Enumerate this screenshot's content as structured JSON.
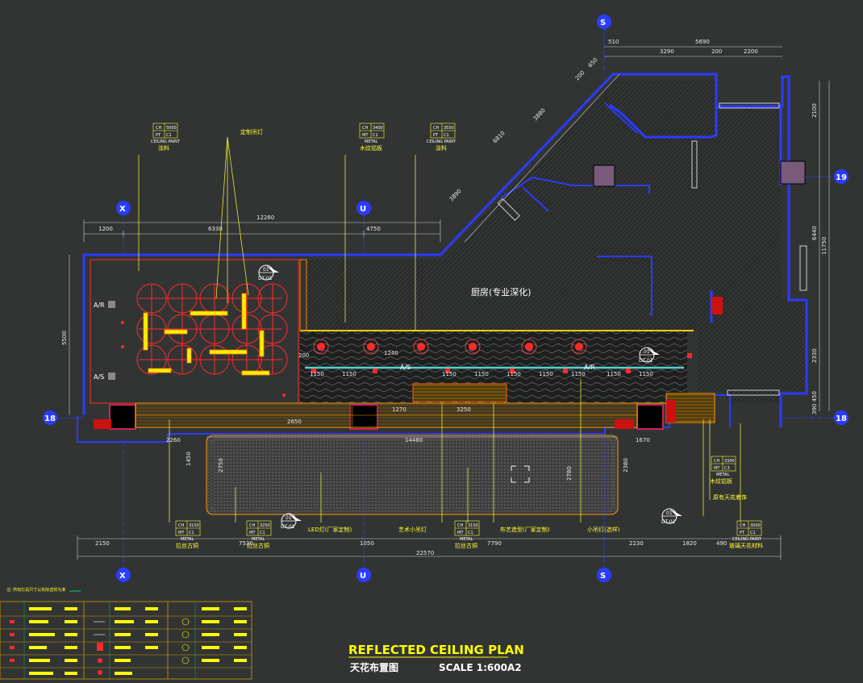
{
  "title": {
    "main": "REFLECTED CEILING PLAN",
    "cn": "天花布置图",
    "scale": "SCALE  1:600A2"
  },
  "grid_labels": {
    "x_top": "X",
    "u_top": "U",
    "s_top": "S",
    "x_bot": "X",
    "u_bot": "U",
    "s_bot": "S",
    "r19": "19",
    "l18": "18",
    "r18": "18"
  },
  "room_label": "厨房(专业深化)",
  "dims": {
    "top_total": "12260",
    "top_1200": "1200",
    "top_6330": "6330",
    "top_4750": "4750",
    "ne_5690": "5690",
    "ne_510": "510",
    "ne_3290": "3290",
    "ne_200": "200",
    "ne_2200": "2200",
    "diag_200": "200",
    "diag_650": "650",
    "diag_3880": "3880",
    "diag_6810": "6810",
    "diag_3890": "3890",
    "left_5500": "5500",
    "right_2100": "2100",
    "right_6440": "6440",
    "right_11750": "11750",
    "right_2330": "2330",
    "right_390_450": "390 450",
    "bot_2150": "2150",
    "bot_7530": "7530",
    "bot_1050": "1050",
    "bot_7790": "7790",
    "bot_2230": "2230",
    "bot_1820": "1820",
    "bot_490": "490",
    "bot_total": "22570",
    "mid_14480": "14480",
    "mid_2260": "2260",
    "mid_1670": "1670",
    "mid_2650": "2650",
    "mid_1270": "1270",
    "mid_3250": "3250",
    "v_1450": "1450",
    "v_2750": "2750",
    "v_2780": "2780",
    "v_2380": "2380",
    "bar_1150": "1150",
    "bar_200": "200",
    "bar_1240": "1240"
  },
  "tags": [
    {
      "id": "tag-ch5000",
      "ch": "5000",
      "code": "C1",
      "m": "CH",
      "k": "PT",
      "desc": "CEILING PAINT",
      "desc2": "涂料"
    },
    {
      "id": "tag-ch3400",
      "ch": "3400",
      "code": "C1",
      "m": "CH",
      "k": "MT",
      "desc": "METAL",
      "desc2": "木纹铝板"
    },
    {
      "id": "tag-ch3550",
      "ch": "3550",
      "code": "C1",
      "m": "CH",
      "k": "PT",
      "desc": "CEILING PAINT",
      "desc2": "涂料"
    },
    {
      "id": "tag-ch3150",
      "ch": "3150",
      "code": "C1",
      "m": "CH",
      "k": "MT",
      "desc": "METAL",
      "desc2": "拉丝古铜"
    },
    {
      "id": "tag-ch3250",
      "ch": "3250",
      "code": "C1",
      "m": "CH",
      "k": "MT",
      "desc": "METAL",
      "desc2": "拉丝古铜"
    },
    {
      "id": "tag-ch3150b",
      "ch": "3150",
      "code": "C1",
      "m": "CH",
      "k": "MT",
      "desc": "METAL",
      "desc2": "拉丝古铜"
    },
    {
      "id": "tag-ch3300",
      "ch": "3300",
      "code": "C3",
      "m": "CH",
      "k": "MT",
      "desc": "METAL",
      "desc2": "木纹铝板"
    },
    {
      "id": "tag-ch3000",
      "ch": "3000",
      "code": "C1",
      "m": "CH",
      "k": "PT",
      "desc": "CEILING PAINT",
      "desc2": "玻璃天花材料"
    }
  ],
  "notes": {
    "custom_light": "定制吊灯",
    "led_strip": "LED灯(厂家定制)",
    "art_lamp": "艺术小吊灯",
    "shop_fit": "布艺造型(厂家定制)",
    "small_lamp": "小吊灯(选样)",
    "existing": "原有天花着饰"
  },
  "markers": {
    "ac_a": "A/R",
    "ac_b": "A/S",
    "as2": "A/S",
    "ar2": "A/R",
    "dt01": "DT-01",
    "dt01b": "DT-01",
    "dt01c": "DT-01",
    "dt02": "DT-02",
    "n01": "01",
    "n01b": "01",
    "n01c": "01",
    "n01d": "01"
  },
  "legend_hint": "注: 所有灯具尺寸以实际选样为准"
}
